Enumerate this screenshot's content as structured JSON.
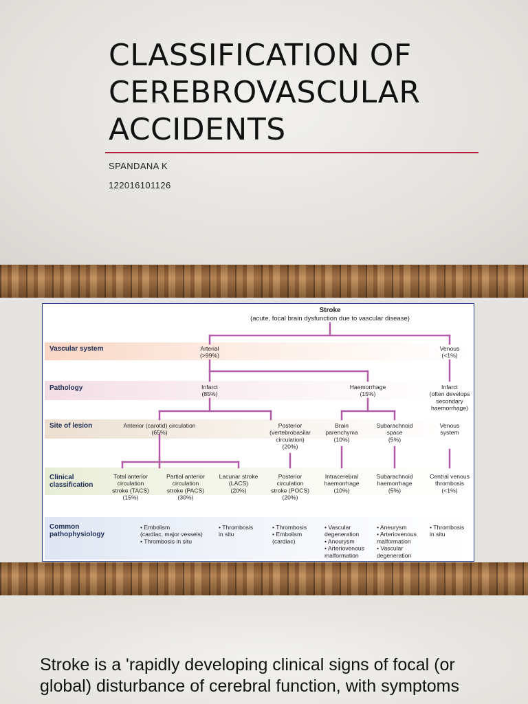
{
  "slide1": {
    "title_lines": [
      "CLASSIFICATION OF",
      "CEREBROVASCULAR",
      "ACCIDENTS"
    ],
    "author": "SPANDANA K",
    "id": "122016101126",
    "rule_color": "#b51f3c"
  },
  "diagram": {
    "root_title": "Stroke",
    "root_subtitle": "(acute, focal brain dysfunction due to vascular disease)",
    "rows": [
      {
        "label": [
          "Vascular system"
        ]
      },
      {
        "label": [
          "Pathology"
        ]
      },
      {
        "label": [
          "Site of lesion"
        ]
      },
      {
        "label": [
          "Clinical",
          "classification"
        ]
      },
      {
        "label": [
          "Common",
          "pathophysiology"
        ]
      }
    ],
    "nodes": {
      "arterial": [
        "Arterial",
        "(>99%)"
      ],
      "venous": [
        "Venous",
        "(<1%)"
      ],
      "infarct": [
        "Infarct",
        "(85%)"
      ],
      "haemorrhage": [
        "Haemorrhage",
        "(15%)"
      ],
      "venous_infarct": [
        "Infarct",
        "(often develops",
        "secondary",
        "haemorrhage)"
      ],
      "anterior": [
        "Anterior (carotid) circulation",
        "(65%)"
      ],
      "posterior": [
        "Posterior",
        "(vertebrobasilar",
        "circulation)",
        "(20%)"
      ],
      "brain": [
        "Brain",
        "parenchyma",
        "(10%)"
      ],
      "subarachnoid": [
        "Subarachnoid",
        "space",
        "(5%)"
      ],
      "venous_system": [
        "Venous",
        "system"
      ],
      "tacs": [
        "Total anterior",
        "circulation",
        "stroke (TACS)",
        "(15%)"
      ],
      "pacs": [
        "Partial anterior",
        "circulation",
        "stroke (PACS)",
        "(30%)"
      ],
      "lacs": [
        "Lacunar stroke",
        "(LACS)",
        "(20%)"
      ],
      "pocs": [
        "Posterior",
        "circulation",
        "stroke (POCS)",
        "(20%)"
      ],
      "ich": [
        "Intracerebral",
        "haemorrhage",
        "(10%)"
      ],
      "sah": [
        "Subarachnoid",
        "haemorrhage",
        "(5%)"
      ],
      "cvt": [
        "Central venous",
        "thrombosis",
        "(<1%)"
      ]
    },
    "patho": {
      "col1": [
        "• Embolism",
        "  (cardiac, major vessels)",
        "• Thrombosis in situ"
      ],
      "col2": [
        "• Thrombosis",
        "  in situ"
      ],
      "col3": [
        "• Thrombosis",
        "• Embolism",
        "  (cardiac)"
      ],
      "col4": [
        "• Vascular",
        "  degeneration",
        "• Aneurysm",
        "• Arteriovenous",
        "  malformation"
      ],
      "col5": [
        "• Aneurysm",
        "• Arteriovenous",
        "  malformation",
        "• Vascular",
        "  degeneration"
      ],
      "col6": [
        "• Thrombosis",
        "  in situ"
      ]
    },
    "line_color": "#b05aa8",
    "row_colors": [
      "#f9d6c4",
      "#f3dde4",
      "#ecdfd0",
      "#e8edd6",
      "#dfe6f3"
    ]
  },
  "slide3": {
    "text": "Stroke is a 'rapidly developing clinical signs of focal (or global) disturbance of cerebral function, with symptoms"
  }
}
